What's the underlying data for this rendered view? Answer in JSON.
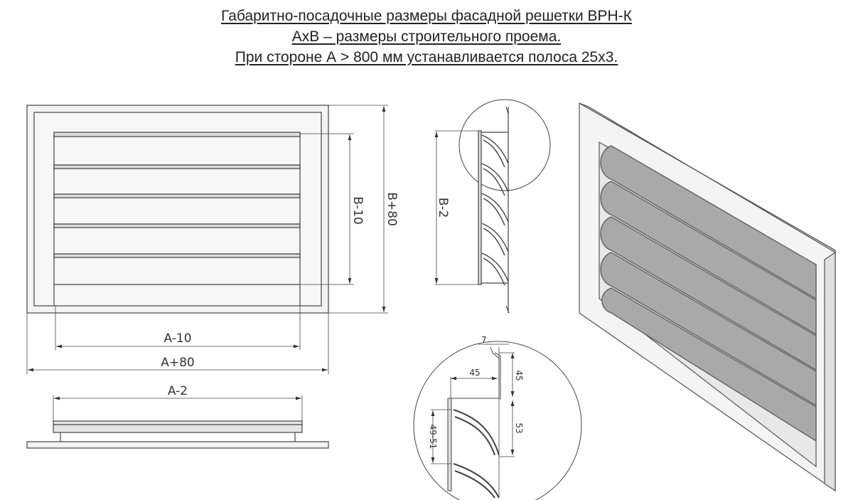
{
  "title": {
    "line1": "Габаритно-посадочные размеры фасадной решетки ВРН-К",
    "line2": "АхВ – размеры строительного проема.",
    "line3": "При стороне А > 800 мм устанавливается полоса 25х3."
  },
  "front_view": {
    "dim_b_minus_10": "B-10",
    "dim_b_plus_80": "B+80",
    "dim_a_minus_10": "A-10",
    "dim_a_plus_80": "A+80"
  },
  "bottom_view": {
    "dim_a_minus_2": "A-2"
  },
  "side_view": {
    "dim_b_minus_2": "B-2"
  },
  "detail_view": {
    "dim_7": "7",
    "dim_45_h": "45",
    "dim_45_v": "45",
    "dim_53": "53",
    "dim_49_51": "49-51"
  },
  "colors": {
    "line": "#444444",
    "frame_fill": "#f2f2f2",
    "louver_fill": "#a9a9a9"
  }
}
